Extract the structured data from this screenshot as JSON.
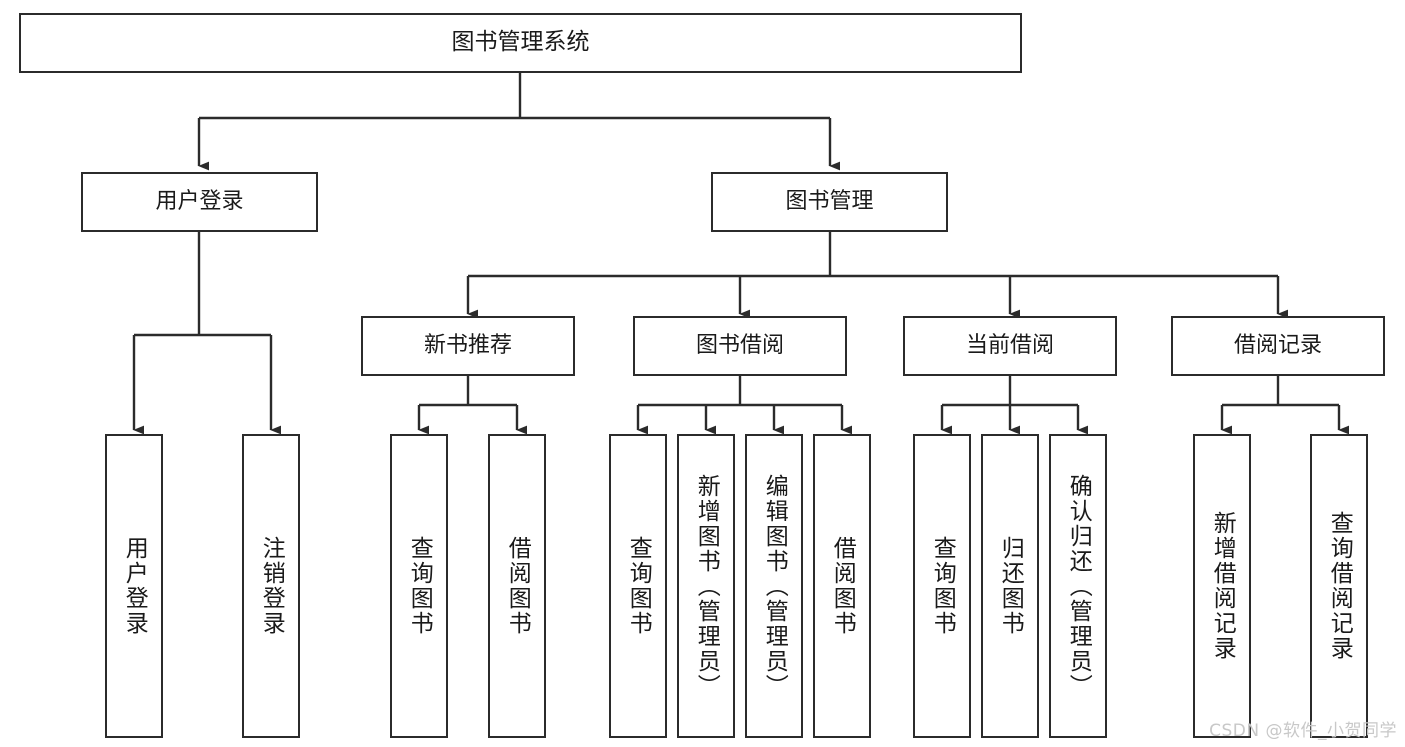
{
  "diagram": {
    "title": "图书管理系统",
    "type": "hierarchy-tree",
    "colors": {
      "box_border": "#2b2b2b",
      "box_fill": "#ffffff",
      "connector": "#2b2b2b",
      "text": "#1a1a1a",
      "watermark": "#c8c8c8"
    },
    "root": {
      "label": "图书管理系统"
    },
    "level2": [
      {
        "label": "用户登录"
      },
      {
        "label": "图书管理"
      }
    ],
    "level3": [
      {
        "label": "新书推荐"
      },
      {
        "label": "图书借阅"
      },
      {
        "label": "当前借阅"
      },
      {
        "label": "借阅记录"
      }
    ],
    "leaves": {
      "user_login": [
        {
          "label": "用户登录"
        },
        {
          "label": "注销登录"
        }
      ],
      "new_book_recommend": [
        {
          "label": "查询图书"
        },
        {
          "label": "借阅图书"
        }
      ],
      "book_borrow": [
        {
          "label": "查询图书"
        },
        {
          "label": "新增图书（管理员）"
        },
        {
          "label": "编辑图书（管理员）"
        },
        {
          "label": "借阅图书"
        }
      ],
      "current_borrow": [
        {
          "label": "查询图书"
        },
        {
          "label": "归还图书"
        },
        {
          "label": "确认归还（管理员）"
        }
      ],
      "borrow_record": [
        {
          "label": "新增借阅记录"
        },
        {
          "label": "查询借阅记录"
        }
      ]
    }
  },
  "watermark": {
    "text": "CSDN @软件_小贺同学"
  }
}
